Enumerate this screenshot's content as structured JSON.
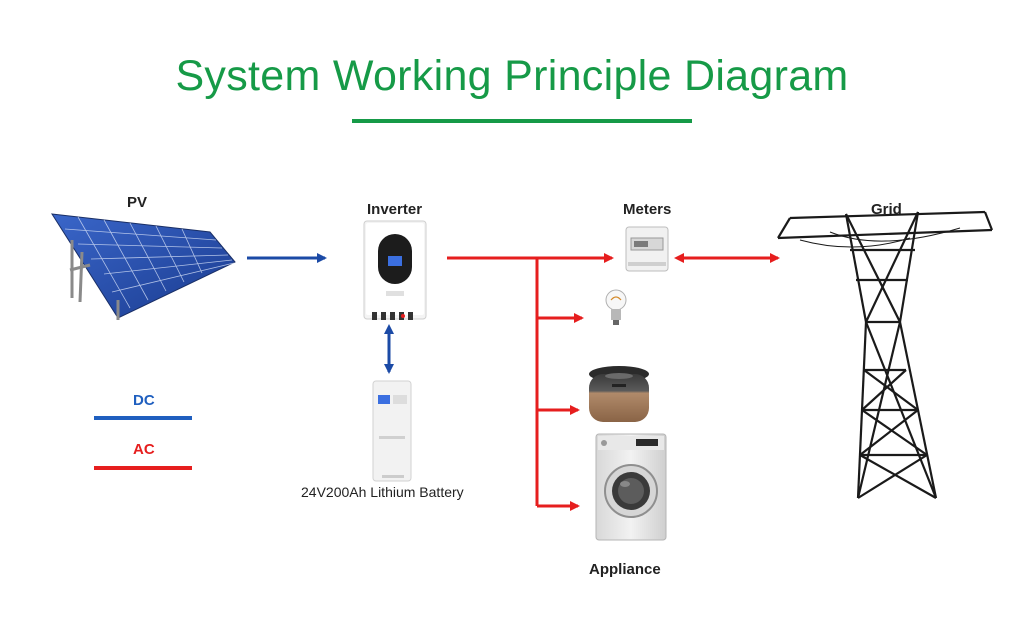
{
  "title": "System Working Principle Diagram",
  "labels": {
    "pv": "PV",
    "inverter": "Inverter",
    "meters": "Meters",
    "grid": "Grid",
    "appliance": "Appliance",
    "battery": "24V200Ah Lithium Battery"
  },
  "legend": {
    "dc": "DC",
    "ac": "AC"
  },
  "colors": {
    "title": "#169a47",
    "dc": "#1b4aa6",
    "ac": "#e61e1e",
    "legend_dc_line": "#1f5fbf",
    "legend_ac_line": "#e61e1e"
  },
  "icons": [
    "solar-panel-icon",
    "inverter-icon",
    "battery-icon",
    "meter-icon",
    "light-bulb-icon",
    "rice-cooker-icon",
    "washing-machine-icon",
    "transmission-tower-icon"
  ]
}
